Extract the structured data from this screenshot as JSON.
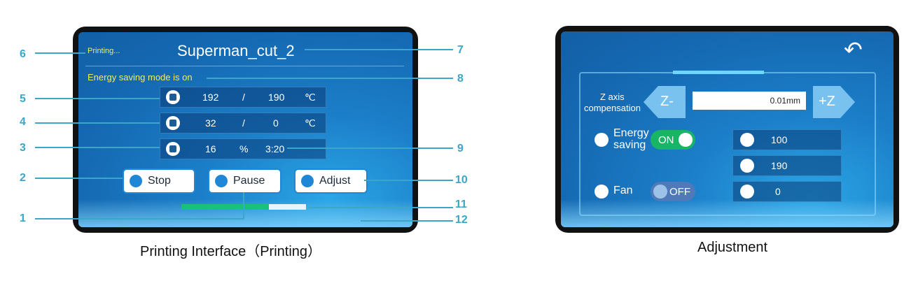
{
  "printing_screen": {
    "status": "Printing...",
    "file_name": "Superman_cut_2",
    "energy_msg": "Energy saving mode is on",
    "nozzle": {
      "current": "192",
      "sep": "/",
      "target": "190",
      "unit": "℃",
      "icon": "nozzle-icon"
    },
    "bed": {
      "current": "32",
      "sep": "/",
      "target": "0",
      "unit": "℃",
      "icon": "bed-icon"
    },
    "progress_row": {
      "percent": "16",
      "percent_sign": "%",
      "time": "3:20",
      "icon": "hourglass-icon"
    },
    "buttons": {
      "stop": "Stop",
      "pause": "Pause",
      "adjust": "Adjust"
    },
    "progress_fill": 0.7,
    "callouts": [
      "1",
      "2",
      "3",
      "4",
      "5",
      "6",
      "7",
      "8",
      "9",
      "10",
      "11",
      "12"
    ]
  },
  "adjust_screen": {
    "z_label_line1": "Z axis",
    "z_label_line2": "compensation",
    "z_minus": "Z-",
    "z_plus": "+Z",
    "z_value": "0.01mm",
    "energy_label_line1": "Energy",
    "energy_label_line2": "saving",
    "energy_toggle": "ON",
    "fan_label": "Fan",
    "fan_toggle": "OFF",
    "speed_value": "100",
    "nozzle_value": "190",
    "bed_value": "0"
  },
  "captions": {
    "left": "Printing Interface（Printing）",
    "right": "Adjustment"
  },
  "colors": {
    "accent": "#3aa7c9",
    "screen": "#1c7fc9",
    "status_text": "#e8f06a",
    "toggle_on": "#19b567"
  }
}
